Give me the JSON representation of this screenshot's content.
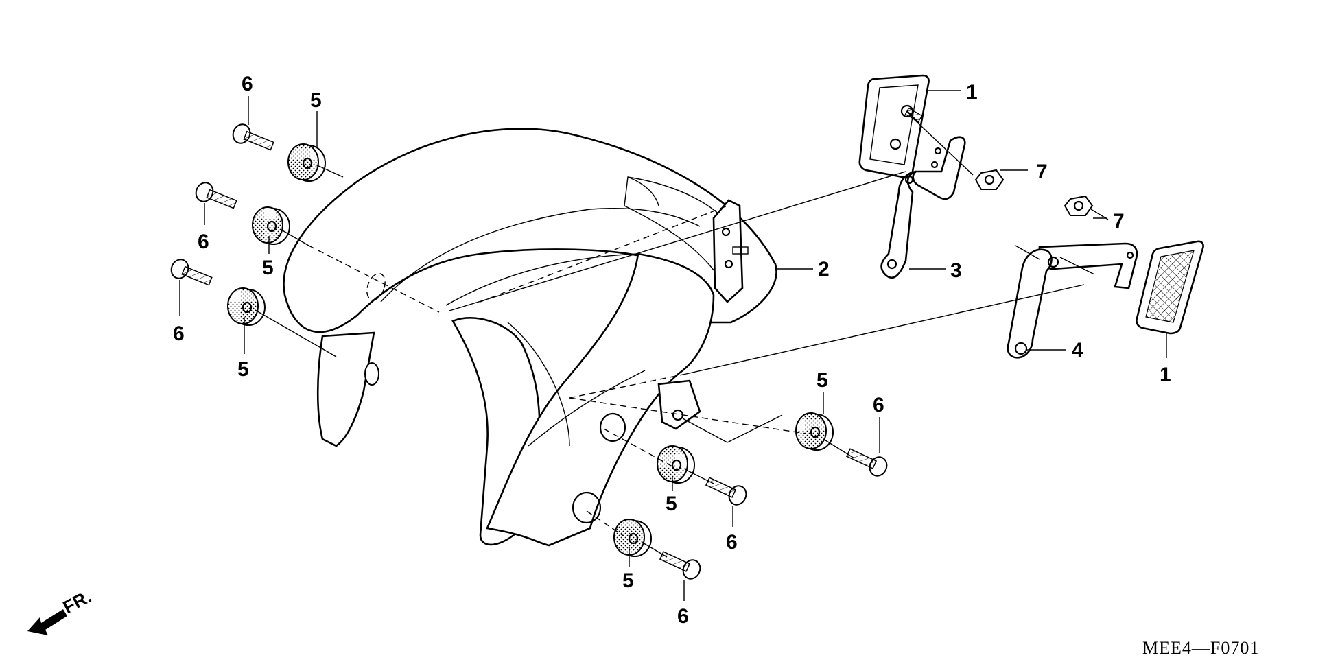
{
  "diagram": {
    "labels": {
      "reflector_top": "1",
      "reflector_right": "1",
      "fender": "2",
      "stay_left": "3",
      "stay_right": "4",
      "grommet_a": "5",
      "grommet_b": "5",
      "grommet_c": "5",
      "grommet_d": "5",
      "grommet_e": "5",
      "grommet_f": "5",
      "bolt_a": "6",
      "bolt_b": "6",
      "bolt_c": "6",
      "bolt_d": "6",
      "bolt_e": "6",
      "bolt_f": "6",
      "nut_top": "7",
      "nut_right": "7"
    },
    "direction_label": "FR.",
    "code": "MEE4—F0701"
  }
}
